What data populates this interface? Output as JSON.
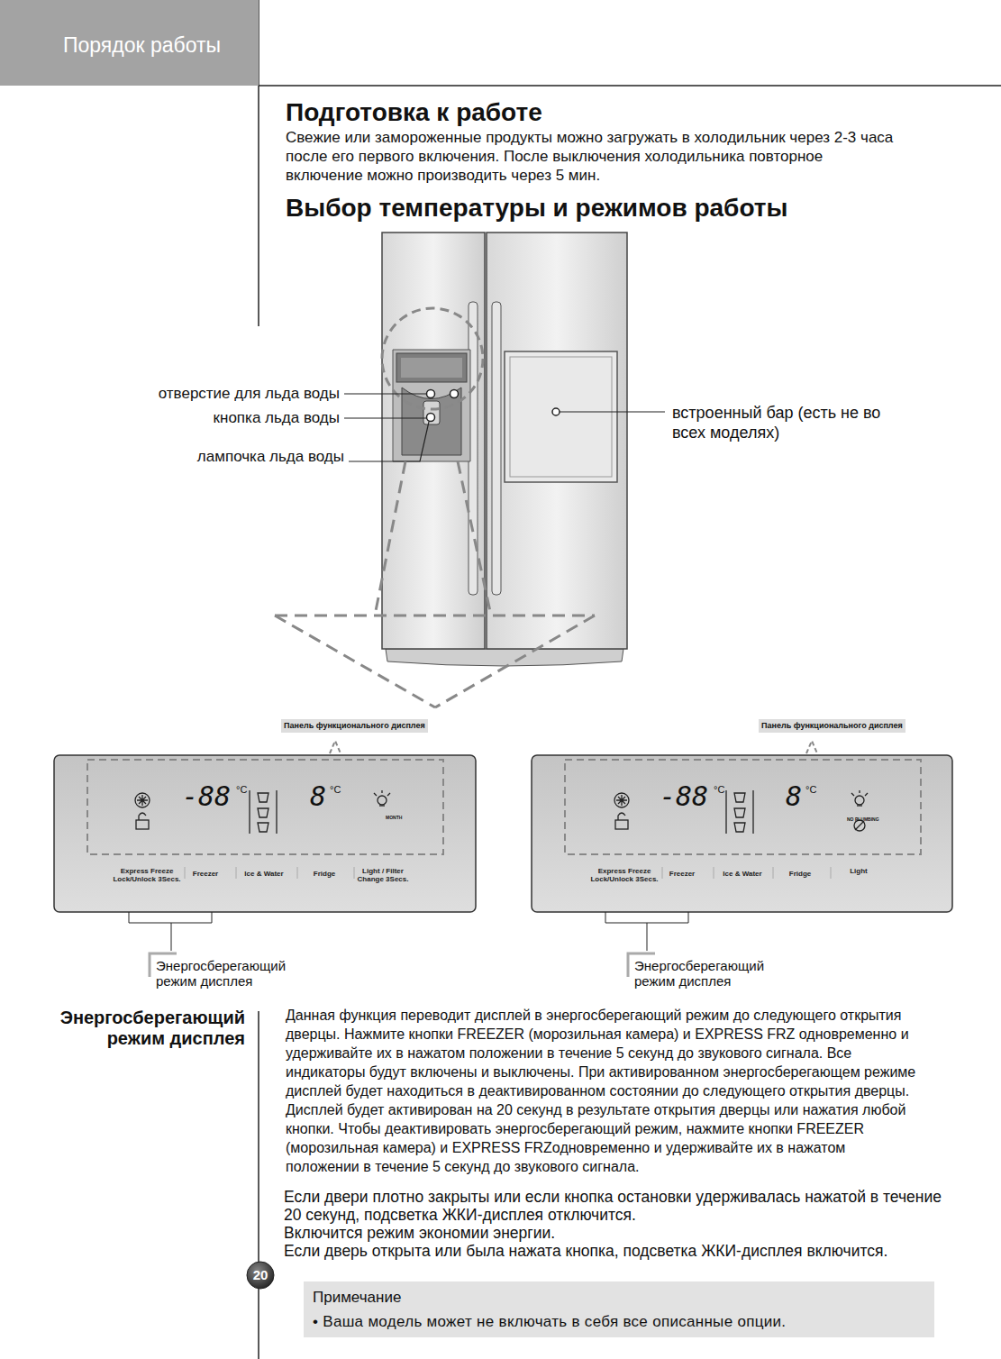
{
  "diagram": {
    "title": "Подготовка к работе",
    "nodes": [
      {
        "text": [
          "Порядок работы"
        ]
      },
      {
        "text": [
          "Панель функционального дисплея",
          "-88",
          "°C",
          "8",
          "°C",
          "MONTH",
          "Express Freeze Lock/Unlock 3Secs.",
          "Freezer",
          "Ice & Water",
          "Fridge",
          "Light / Filter Change 3Secs."
        ]
      },
      {
        "text": [
          "Панель функционального дисплея",
          "-88",
          "°C",
          "8",
          "°C",
          "NO PLUMBING",
          "Express Freeze Lock/Unlock 3Secs.",
          "Freezer",
          "Ice & Water",
          "Fridge",
          "Light"
        ]
      },
      {
        "text": [
          "20"
        ]
      },
      {
        "text": [
          "Примечание",
          "• Ваша модель может не включать в себя все описанные опции."
        ]
      }
    ],
    "labels": [
      "Свежие или замороженные продукты можно загружать в холодильник через 2-3 часа после его первого включения. После выключения холодильника повторное включение можно производить через 5 мин.",
      "Выбор температуры и режимов работы",
      "отверстие для льда воды",
      "кнопка льда воды",
      "лампочка льда воды",
      "встроенный бар (есть не во всех моделях)",
      "Энергосберегающий режим дисплея",
      "Энергосберегающий режим дисплея",
      "Энергосберегающий режим дисплея",
      "Данная функция переводит дисплей в энергосберегающий режим до следующего открытия дверцы. Нажмите кнопки FREEZER (морозильная камера) и EXPRESS FRZ одновременно и удерживайте их в нажатом положении в течение 5 секунд до звукового сигнала. Все индикаторы будут включены и выключены. При активированном энергосберегающем режиме дисплей будет находиться в деактивированном состоянии до следующего открытия дверцы. Дисплей будет активирован на 20 секунд в результате открытия дверцы или нажатия любой кнопки. Чтобы деактивировать энергосберегающий режим, нажмите кнопки FREEZER (морозильная камера) и EXPRESS FRZодновременно и удерживайте их в нажатом положении в течение 5 секунд до звукового сигнала.",
      "Если двери плотно закрыты или если кнопка остановки удерживалась нажатой в течение 20 секунд, подсветка ЖКИ-дисплея отключится.",
      "Включится режим экономии энергии.",
      "Если дверь открыта или была нажата кнопка, подсветка ЖКИ-дисплея включится."
    ]
  }
}
